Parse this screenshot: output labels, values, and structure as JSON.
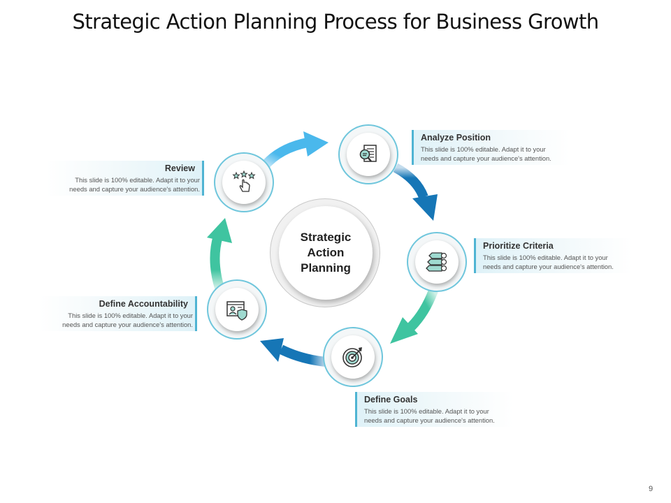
{
  "slide": {
    "title": "Strategic Action Planning Process for Business Growth",
    "page_number": "9"
  },
  "center": {
    "line1": "Strategic",
    "line2": "Action",
    "line3": "Planning"
  },
  "steps": [
    {
      "title": "Analyze Position",
      "desc1": "This slide is 100% editable.  Adapt it to your",
      "desc2": "needs and capture your audience's attention.",
      "icon": "document-search-icon"
    },
    {
      "title": "Prioritize Criteria",
      "desc1": "This slide is 100% editable.  Adapt it to your",
      "desc2": "needs and capture your audience's attention.",
      "icon": "numbered-list-arrows-icon"
    },
    {
      "title": "Define Goals",
      "desc1": "This slide is 100% editable.  Adapt it to your",
      "desc2": "needs and capture your audience's attention.",
      "icon": "target-arrow-icon"
    },
    {
      "title": "Define Accountability",
      "desc1": "This slide is 100% editable.  Adapt it to your",
      "desc2": "needs and capture your audience's attention.",
      "icon": "id-card-shield-icon"
    },
    {
      "title": "Review",
      "desc1": "This slide is 100% editable.  Adapt it to your",
      "desc2": "needs and capture your audience's attention.",
      "icon": "stars-hand-icon"
    }
  ],
  "colors": {
    "arrow_light_blue": "#4ab8ec",
    "arrow_dark_blue": "#1676b6",
    "arrow_teal": "#3fc4a0",
    "ring": "#6fc6dc",
    "card_bar": "#4fb4d3",
    "icon_fill": "#9fdad0",
    "icon_stroke": "#333333"
  }
}
